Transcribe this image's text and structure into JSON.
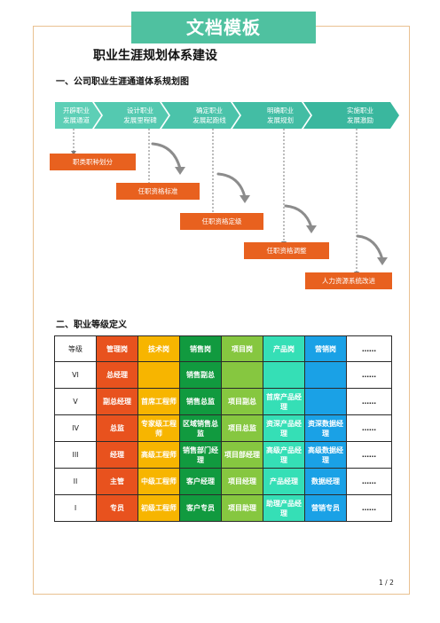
{
  "banner": "文档模板",
  "title": "职业生涯规划体系建设",
  "section1": "一、公司职业生涯通道体系规划图",
  "section2": "二、职业等级定义",
  "process_steps": [
    {
      "line1": "开辟职业",
      "line2": "发展通道"
    },
    {
      "line1": "设计职业",
      "line2": "发展里程碑"
    },
    {
      "line1": "确定职业",
      "line2": "发展起跑线"
    },
    {
      "line1": "明确职业",
      "line2": "发展规划"
    },
    {
      "line1": "实施职业",
      "line2": "发展激励"
    }
  ],
  "process_colors": [
    "#5dcfb6",
    "#54c9b0",
    "#4bc3aa",
    "#43bda4",
    "#3ab79e"
  ],
  "outcome_boxes": [
    "职类职种划分",
    "任职资格标准",
    "任职资格定级",
    "任职资格调整",
    "人力资源系统改进"
  ],
  "grade_table": {
    "headers": [
      "等级",
      "管理岗",
      "技术岗",
      "销售岗",
      "项目岗",
      "产品岗",
      "营销岗",
      "……"
    ],
    "rows": [
      [
        "VI",
        "总经理",
        "",
        "销售副总",
        "",
        "",
        "",
        "……"
      ],
      [
        "V",
        "副总经理",
        "首席工程师",
        "销售总监",
        "项目副总",
        "首席产品经理",
        "",
        "……"
      ],
      [
        "IV",
        "总监",
        "专家级工程师",
        "区域销售总监",
        "项目总监",
        "资深产品经理",
        "资深数据经理",
        "……"
      ],
      [
        "III",
        "经理",
        "高级工程师",
        "销售部门经理",
        "项目部经理",
        "高级产品经理",
        "高级数据经理",
        "……"
      ],
      [
        "II",
        "主管",
        "中级工程师",
        "客户经理",
        "项目经理",
        "产品经理",
        "数据经理",
        "……"
      ],
      [
        "I",
        "专员",
        "初级工程师",
        "客户专员",
        "项目助理",
        "助理产品经理",
        "营销专员",
        "……"
      ]
    ]
  },
  "pager": "1 / 2"
}
